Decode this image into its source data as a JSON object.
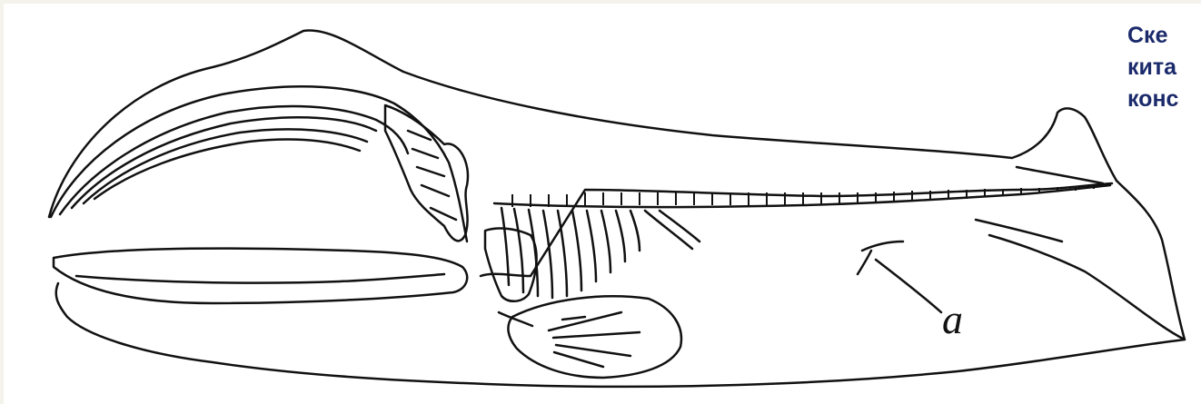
{
  "caption": {
    "line1": "Ске",
    "line2": "кита",
    "line3": "конс"
  },
  "figure": {
    "label": "a",
    "icon": "whale-skeleton-illustration"
  },
  "colors": {
    "background": "#f3f3ec",
    "panel": "#ffffff",
    "caption": "#1b2a6b",
    "ink": "#111111"
  }
}
